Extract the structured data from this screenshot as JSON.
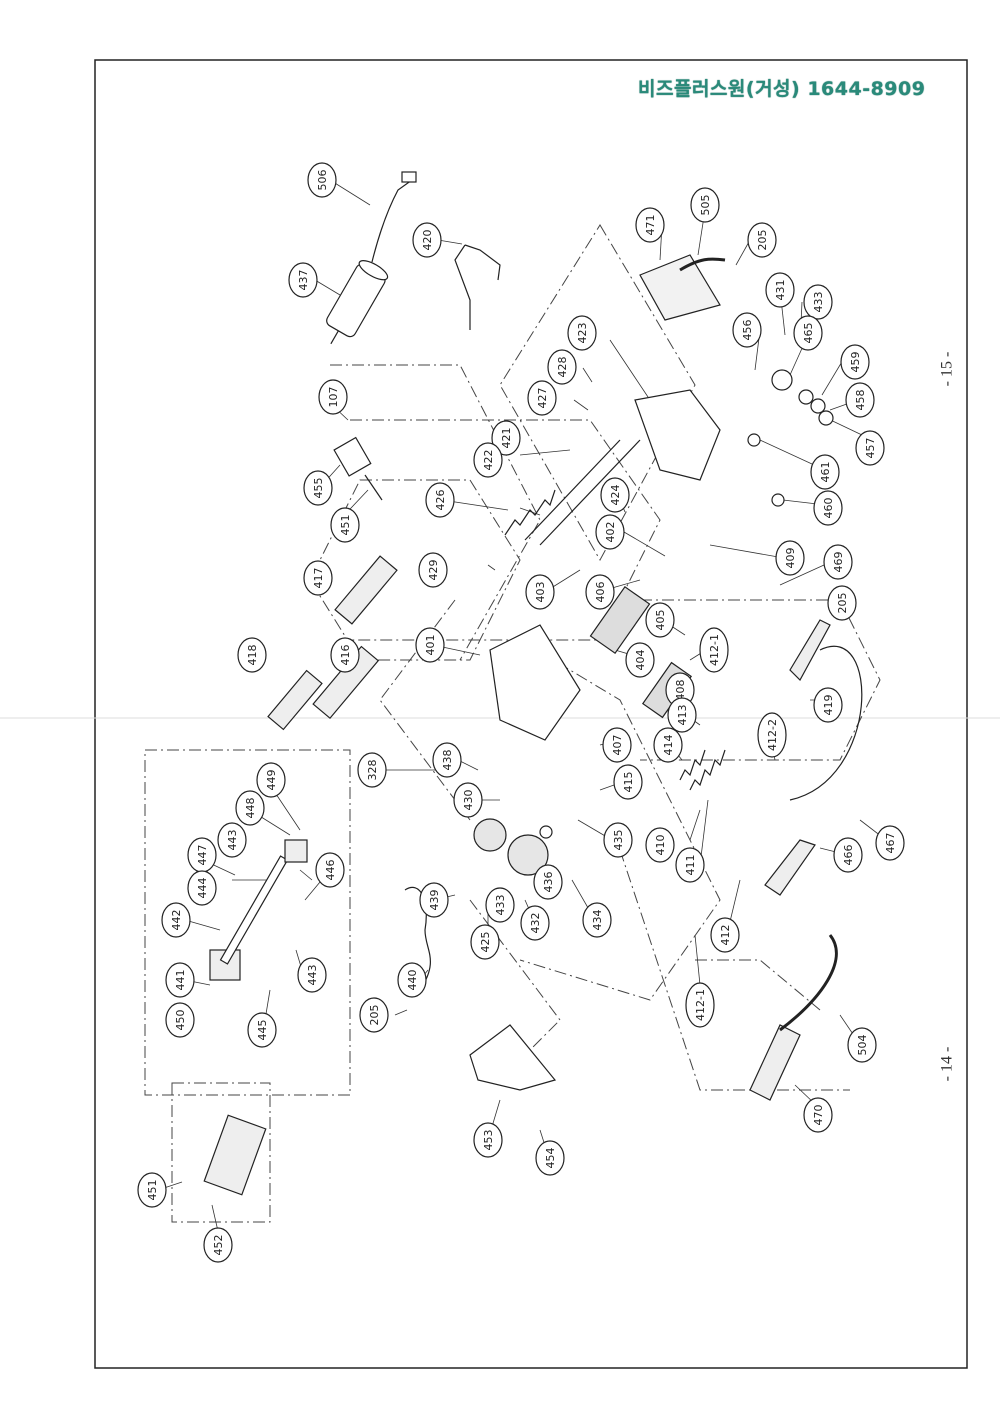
{
  "brand_text": "비즈플러스원(거성) 1644-8909",
  "page_numbers": {
    "top": "- 15 -",
    "bottom": "- 14 -"
  },
  "callouts": [
    {
      "id": "506"
    },
    {
      "id": "437"
    },
    {
      "id": "420"
    },
    {
      "id": "471"
    },
    {
      "id": "505"
    },
    {
      "id": "205a",
      "label": "205"
    },
    {
      "id": "431"
    },
    {
      "id": "433a",
      "label": "433"
    },
    {
      "id": "456"
    },
    {
      "id": "465"
    },
    {
      "id": "459"
    },
    {
      "id": "458"
    },
    {
      "id": "457"
    },
    {
      "id": "423"
    },
    {
      "id": "428"
    },
    {
      "id": "427"
    },
    {
      "id": "421"
    },
    {
      "id": "107"
    },
    {
      "id": "461"
    },
    {
      "id": "455"
    },
    {
      "id": "422"
    },
    {
      "id": "424"
    },
    {
      "id": "460"
    },
    {
      "id": "451a",
      "label": "451"
    },
    {
      "id": "426"
    },
    {
      "id": "402"
    },
    {
      "id": "409"
    },
    {
      "id": "469"
    },
    {
      "id": "429"
    },
    {
      "id": "403"
    },
    {
      "id": "406"
    },
    {
      "id": "205b",
      "label": "205"
    },
    {
      "id": "417"
    },
    {
      "id": "405"
    },
    {
      "id": "412-1a",
      "label": "412-1"
    },
    {
      "id": "401"
    },
    {
      "id": "404"
    },
    {
      "id": "408"
    },
    {
      "id": "419"
    },
    {
      "id": "418"
    },
    {
      "id": "416"
    },
    {
      "id": "413"
    },
    {
      "id": "412-2"
    },
    {
      "id": "407"
    },
    {
      "id": "414"
    },
    {
      "id": "449"
    },
    {
      "id": "328"
    },
    {
      "id": "438"
    },
    {
      "id": "415"
    },
    {
      "id": "448"
    },
    {
      "id": "430"
    },
    {
      "id": "443a",
      "label": "443"
    },
    {
      "id": "447"
    },
    {
      "id": "446"
    },
    {
      "id": "435"
    },
    {
      "id": "410"
    },
    {
      "id": "466"
    },
    {
      "id": "467"
    },
    {
      "id": "444"
    },
    {
      "id": "411"
    },
    {
      "id": "439"
    },
    {
      "id": "436"
    },
    {
      "id": "442"
    },
    {
      "id": "433b",
      "label": "433"
    },
    {
      "id": "412a",
      "label": "412"
    },
    {
      "id": "443b",
      "label": "443"
    },
    {
      "id": "432"
    },
    {
      "id": "434"
    },
    {
      "id": "425"
    },
    {
      "id": "441"
    },
    {
      "id": "440"
    },
    {
      "id": "412-1b",
      "label": "412-1"
    },
    {
      "id": "445"
    },
    {
      "id": "450"
    },
    {
      "id": "205c",
      "label": "205"
    },
    {
      "id": "504"
    },
    {
      "id": "470"
    },
    {
      "id": "453"
    },
    {
      "id": "454"
    },
    {
      "id": "451b",
      "label": "451"
    },
    {
      "id": "452"
    }
  ]
}
